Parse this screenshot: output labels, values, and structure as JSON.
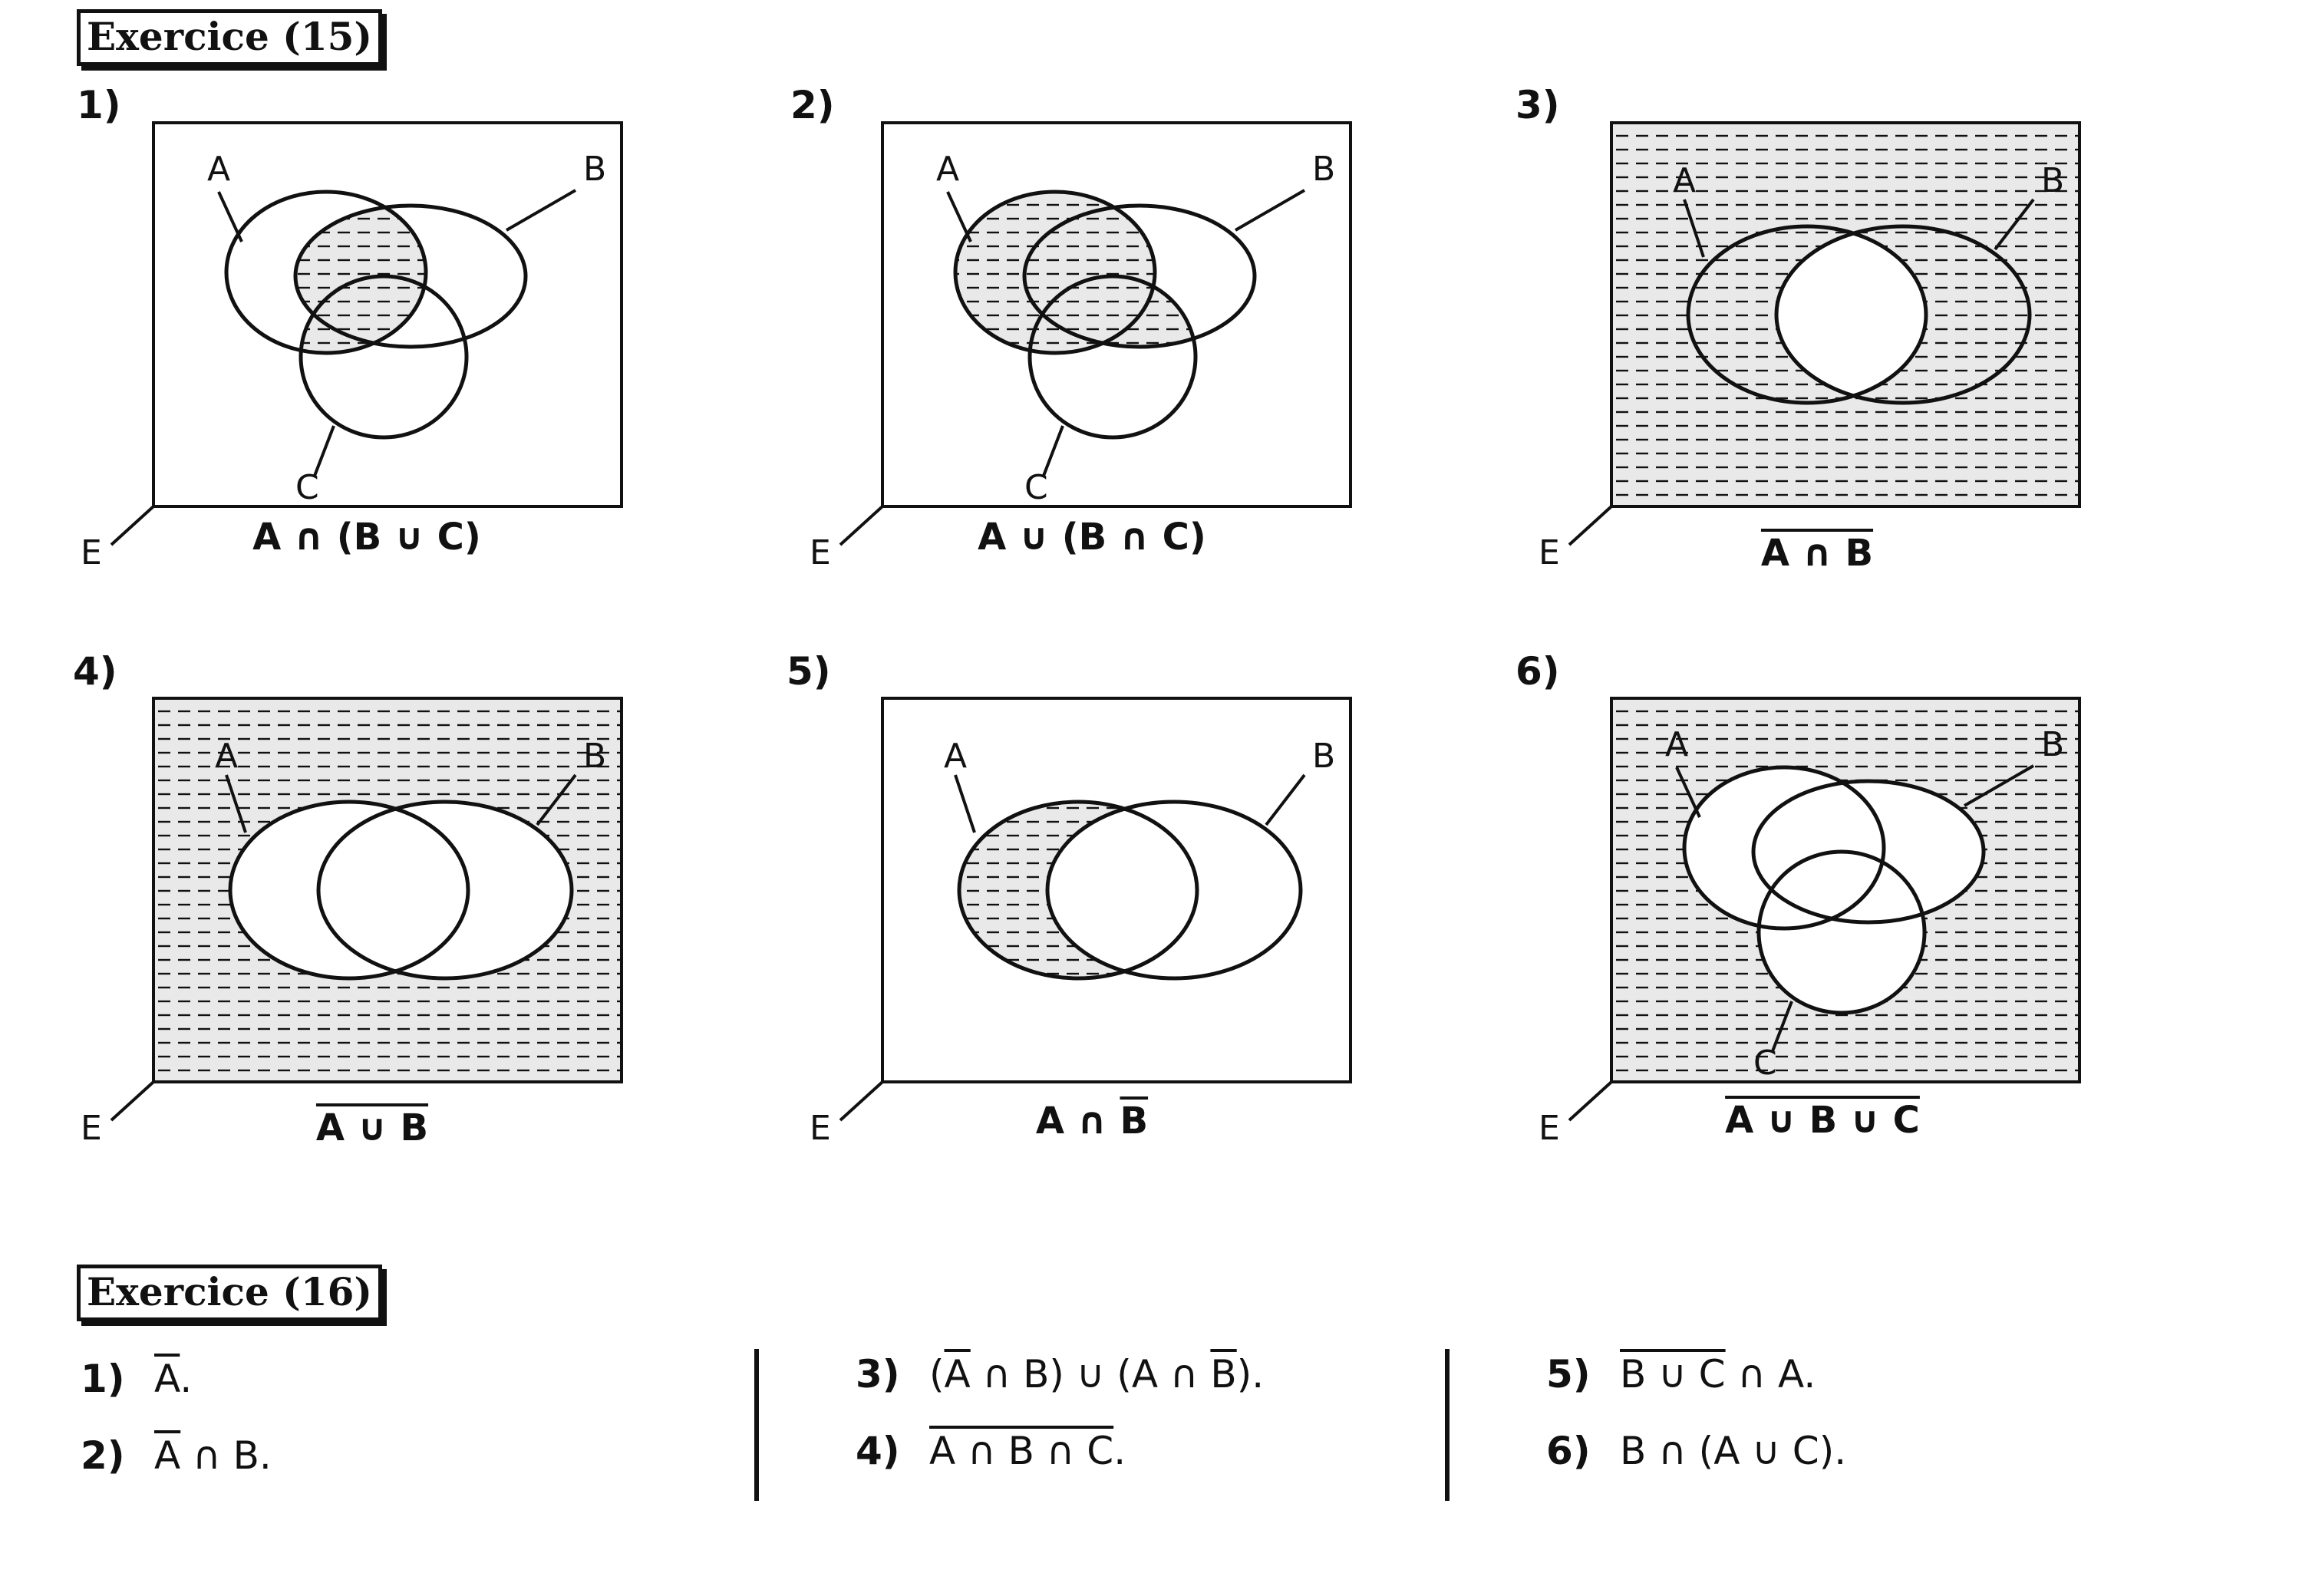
{
  "ex15": {
    "title": "Exercice (15)",
    "universe_label": "E",
    "items": [
      {
        "num": "1)",
        "caption": [
          {
            "t": "A ∩ (B ∪ C)",
            "o": false
          }
        ],
        "sets": [
          "A",
          "B",
          "C"
        ],
        "shaded": "A ∩ (B ∪ C)"
      },
      {
        "num": "2)",
        "caption": [
          {
            "t": "A ∪ (B ∩ C)",
            "o": false
          }
        ],
        "sets": [
          "A",
          "B",
          "C"
        ],
        "shaded": "A ∪ (B ∩ C)"
      },
      {
        "num": "3)",
        "caption": [
          {
            "t": "A ∩ B",
            "o": true
          }
        ],
        "sets": [
          "A",
          "B"
        ],
        "shaded": "complement of A ∩ B"
      },
      {
        "num": "4)",
        "caption": [
          {
            "t": "A ∪ B",
            "o": true
          }
        ],
        "sets": [
          "A",
          "B"
        ],
        "shaded": "complement of A ∪ B"
      },
      {
        "num": "5)",
        "caption": [
          {
            "t": "A ∩ ",
            "o": false
          },
          {
            "t": "B",
            "o": true
          }
        ],
        "sets": [
          "A",
          "B"
        ],
        "shaded": "A ∩ complement of B"
      },
      {
        "num": "6)",
        "caption": [
          {
            "t": "A ∪ B ∪ C",
            "o": true
          }
        ],
        "sets": [
          "A",
          "B",
          "C"
        ],
        "shaded": "complement of A ∪ B ∪ C"
      }
    ]
  },
  "ex16": {
    "title": "Exercice (16)",
    "items": [
      {
        "num": "1)",
        "parts": [
          {
            "t": "A",
            "o": true
          },
          {
            "t": ".",
            "o": false
          }
        ]
      },
      {
        "num": "2)",
        "parts": [
          {
            "t": "A",
            "o": true
          },
          {
            "t": " ∩ B.",
            "o": false
          }
        ]
      },
      {
        "num": "3)",
        "parts": [
          {
            "t": "(",
            "o": false
          },
          {
            "t": "A",
            "o": true
          },
          {
            "t": " ∩ B) ∪ (A ∩ ",
            "o": false
          },
          {
            "t": "B",
            "o": true
          },
          {
            "t": ").",
            "o": false
          }
        ]
      },
      {
        "num": "4)",
        "parts": [
          {
            "t": "A ∩ B ∩ C",
            "o": true
          },
          {
            "t": ".",
            "o": false
          }
        ]
      },
      {
        "num": "5)",
        "parts": [
          {
            "t": "B ∪ C",
            "o": true
          },
          {
            "t": " ∩ A.",
            "o": false
          }
        ]
      },
      {
        "num": "6)",
        "parts": [
          {
            "t": "B ∩ (A ∪ C).",
            "o": false
          }
        ]
      }
    ]
  },
  "colors": {
    "ink": "#111111",
    "paper": "#ffffff"
  }
}
